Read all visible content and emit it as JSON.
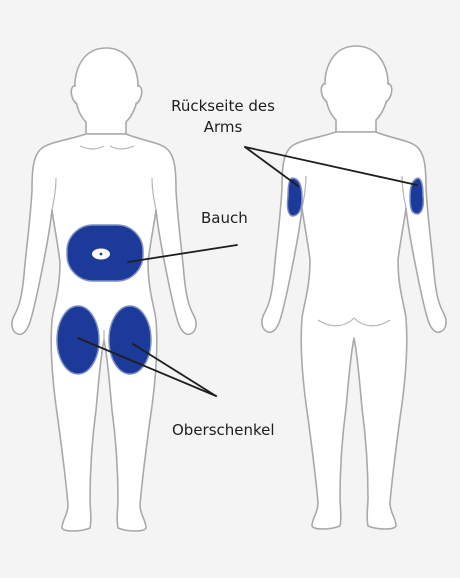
{
  "labels": {
    "arm": "Rückseite des Arms",
    "belly": "Bauch",
    "thigh": "Oberschenkel"
  },
  "colors": {
    "background": "#f4f4f4",
    "body_fill": "#ffffff",
    "body_outline": "#a9a9a9",
    "injection_site": "#1c3a9a",
    "leader_line": "#1e1e1e"
  }
}
